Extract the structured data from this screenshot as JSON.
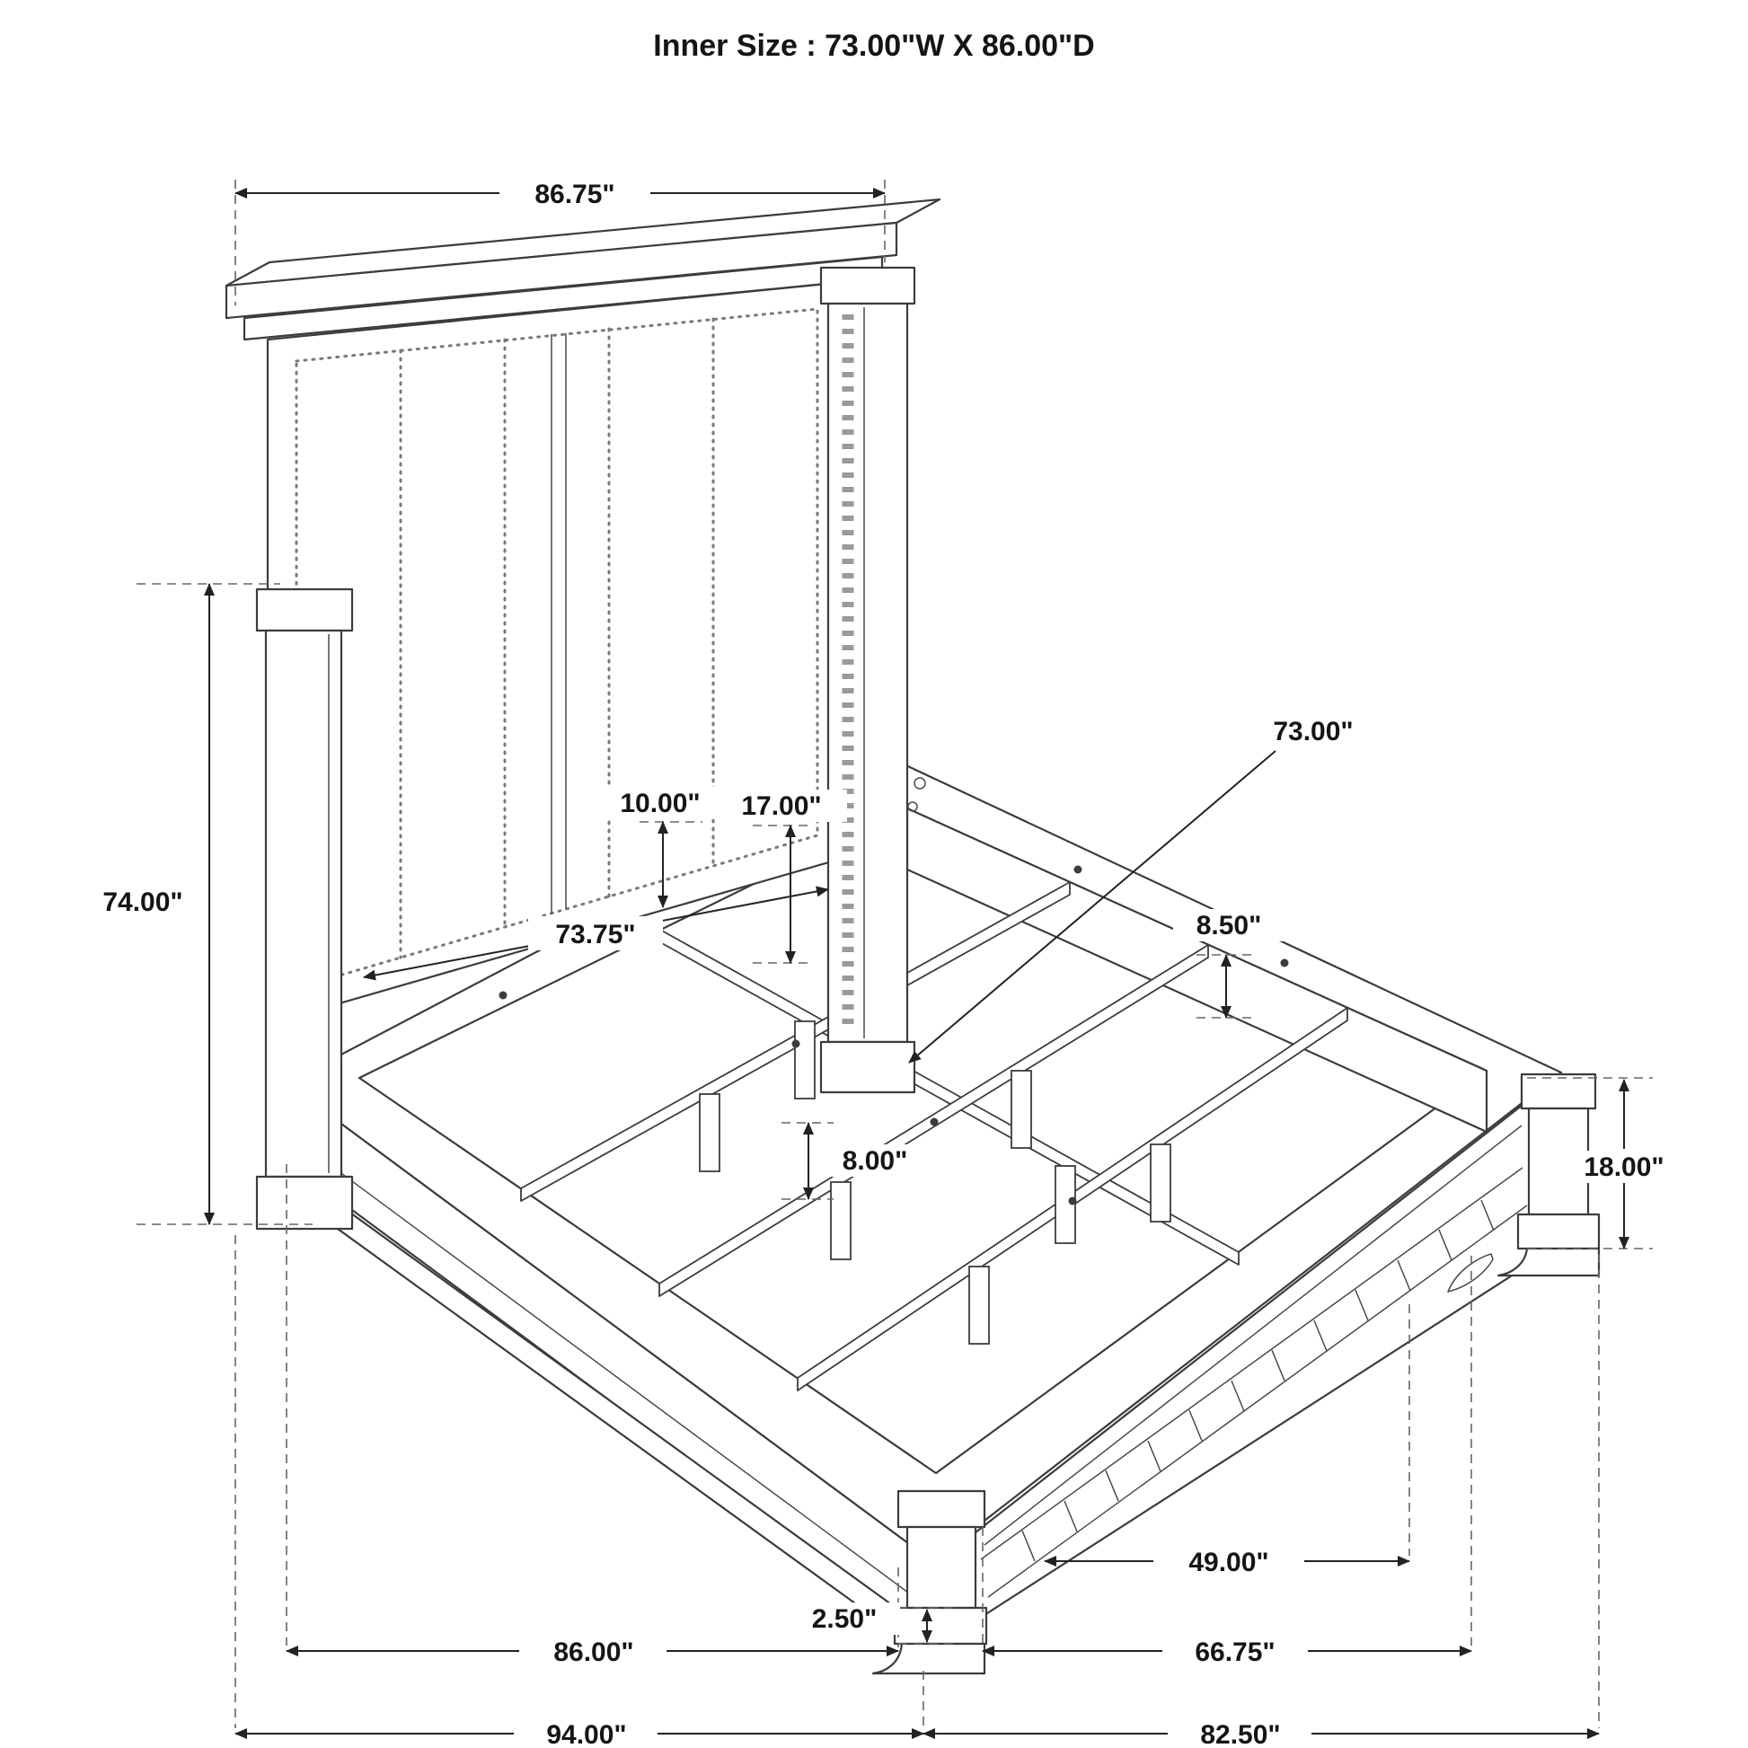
{
  "title": "Inner Size : 73.00\"W X 86.00\"D",
  "dims": {
    "width_top": "86.75\"",
    "height_headboard": "74.00\"",
    "width_panel": "73.75\"",
    "offset_panel": "10.00\"",
    "offset_rail": "17.00\"",
    "length_slat": "73.00\"",
    "height_rail": "8.50\"",
    "height_leg": "8.00\"",
    "height_footboard": "18.00\"",
    "height_foot_base": "2.50\"",
    "width_foot_inner": "49.00\"",
    "length_base": "86.00\"",
    "width_footboard_inner": "66.75\"",
    "length_total": "94.00\"",
    "width_total": "82.50\""
  }
}
